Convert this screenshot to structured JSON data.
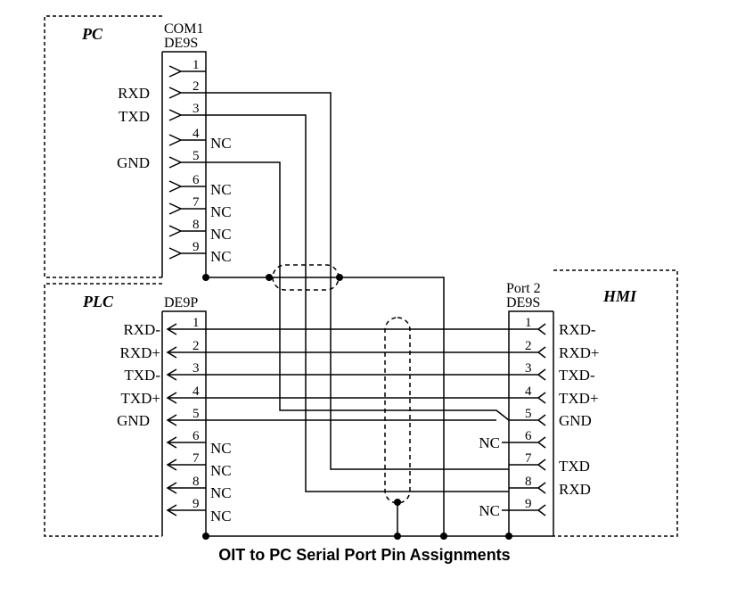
{
  "caption": "OIT to PC Serial Port Pin Assignments",
  "pc": {
    "title": "PC",
    "port_name": "COM1",
    "connector": "DE9S",
    "pins": [
      {
        "num": "1",
        "signal": "",
        "note": ""
      },
      {
        "num": "2",
        "signal": "RXD",
        "note": ""
      },
      {
        "num": "3",
        "signal": "TXD",
        "note": ""
      },
      {
        "num": "4",
        "signal": "",
        "note": "NC"
      },
      {
        "num": "5",
        "signal": "GND",
        "note": ""
      },
      {
        "num": "6",
        "signal": "",
        "note": "NC"
      },
      {
        "num": "7",
        "signal": "",
        "note": "NC"
      },
      {
        "num": "8",
        "signal": "",
        "note": "NC"
      },
      {
        "num": "9",
        "signal": "",
        "note": "NC"
      }
    ]
  },
  "plc": {
    "title": "PLC",
    "connector": "DE9P",
    "pins": [
      {
        "num": "1",
        "signal": "RXD-",
        "note": ""
      },
      {
        "num": "2",
        "signal": "RXD+",
        "note": ""
      },
      {
        "num": "3",
        "signal": "TXD-",
        "note": ""
      },
      {
        "num": "4",
        "signal": "TXD+",
        "note": ""
      },
      {
        "num": "5",
        "signal": "GND",
        "note": ""
      },
      {
        "num": "6",
        "signal": "",
        "note": "NC"
      },
      {
        "num": "7",
        "signal": "",
        "note": "NC"
      },
      {
        "num": "8",
        "signal": "",
        "note": "NC"
      },
      {
        "num": "9",
        "signal": "",
        "note": "NC"
      }
    ]
  },
  "hmi": {
    "title": "HMI",
    "port_name": "Port 2",
    "connector": "DE9S",
    "pins": [
      {
        "num": "1",
        "signal": "RXD-",
        "note": ""
      },
      {
        "num": "2",
        "signal": "RXD+",
        "note": ""
      },
      {
        "num": "3",
        "signal": "TXD-",
        "note": ""
      },
      {
        "num": "4",
        "signal": "TXD+",
        "note": ""
      },
      {
        "num": "5",
        "signal": "GND",
        "note": ""
      },
      {
        "num": "6",
        "signal": "",
        "note": "NC"
      },
      {
        "num": "7",
        "signal": "TXD",
        "note": ""
      },
      {
        "num": "8",
        "signal": "RXD",
        "note": ""
      },
      {
        "num": "9",
        "signal": "",
        "note": "NC"
      }
    ]
  }
}
